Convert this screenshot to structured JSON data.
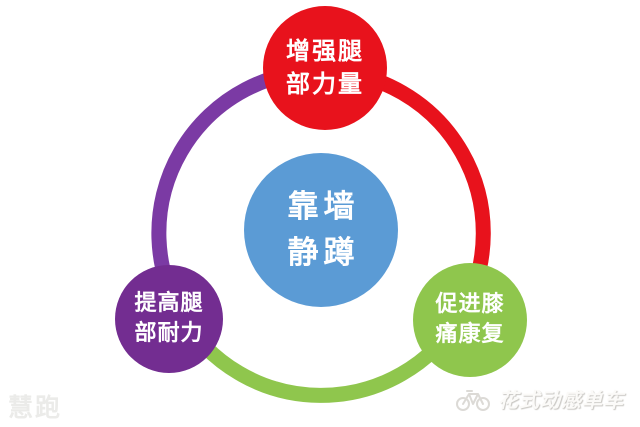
{
  "diagram": {
    "center_node": {
      "line1": "靠墙",
      "line2": "静蹲",
      "color": "#5b9bd5",
      "text_color": "#ffffff"
    },
    "nodes": [
      {
        "position": "top",
        "line1": "增强腿",
        "line2": "部力量",
        "color": "#e8121c"
      },
      {
        "position": "bottom-left",
        "line1": "提高腿",
        "line2": "部耐力",
        "color": "#732d91"
      },
      {
        "position": "bottom-right",
        "line1": "促进膝",
        "line2": "痛康复",
        "color": "#8fc64d"
      }
    ],
    "ring": {
      "left_arc_color": "#7b3aa4",
      "right_arc_color": "#e8121c",
      "bottom_arc_color": "#8fc64d"
    }
  },
  "watermarks": {
    "bottom_left": "慧跑",
    "bottom_right": {
      "icon": "bike-icon",
      "text": "花式动感单车"
    }
  },
  "background_color": "#ffffff"
}
